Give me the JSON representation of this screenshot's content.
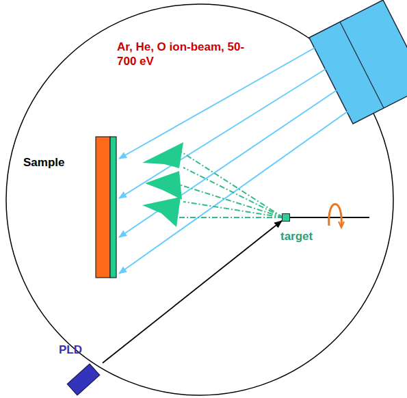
{
  "diagram": {
    "nodes": [
      {
        "text": [
          "Sample"
        ]
      },
      {
        "text": [
          "target"
        ]
      },
      {
        "text": [
          "PLD"
        ]
      }
    ],
    "edges": [
      {
        "from": 2,
        "to": 1,
        "arrow": "to"
      }
    ],
    "labels": [
      "Ar, He, O ion-beam, 50-700 eV"
    ]
  }
}
